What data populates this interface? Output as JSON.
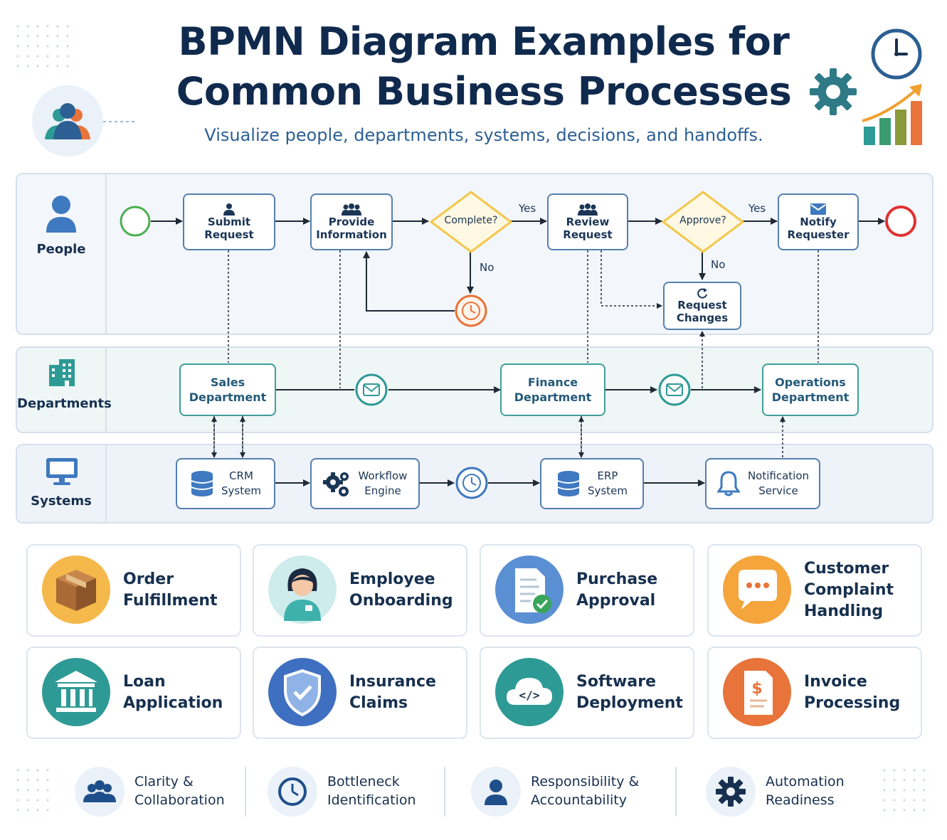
{
  "header": {
    "title_line1": "BPMN Diagram Examples for",
    "title_line2": "Common Business Processes",
    "subtitle": "Visualize people, departments, systems, decisions, and handoffs."
  },
  "lanes": {
    "people": "People",
    "departments": "Departments",
    "systems": "Systems"
  },
  "people_tasks": {
    "submit": [
      "Submit",
      "Request"
    ],
    "provide": [
      "Provide",
      "Information"
    ],
    "review": [
      "Review",
      "Request"
    ],
    "changes": [
      "Request",
      "Changes"
    ],
    "notify": [
      "Notify",
      "Requester"
    ]
  },
  "gateways": {
    "complete": "Complete?",
    "approve": "Approve?",
    "yes": "Yes",
    "no": "No"
  },
  "departments": {
    "sales": [
      "Sales",
      "Department"
    ],
    "finance": [
      "Finance",
      "Department"
    ],
    "operations": [
      "Operations",
      "Department"
    ]
  },
  "systems": {
    "crm": [
      "CRM",
      "System"
    ],
    "workflow": [
      "Workflow",
      "Engine"
    ],
    "erp": [
      "ERP",
      "System"
    ],
    "notification": [
      "Notification",
      "Service"
    ]
  },
  "examples": [
    {
      "label": "Order Fulfillment",
      "icon": "package-icon",
      "color": "#f5b84a"
    },
    {
      "label": "Employee Onboarding",
      "icon": "employee-icon",
      "color": "#6cc3c0"
    },
    {
      "label": "Purchase Approval",
      "icon": "document-check-icon",
      "color": "#5b8fd4"
    },
    {
      "label": "Customer Complaint Handling",
      "icon": "chat-bubble-icon",
      "color": "#f4a53c"
    },
    {
      "label": "Loan Application",
      "icon": "bank-icon",
      "color": "#2e9a96"
    },
    {
      "label": "Insurance Claims",
      "icon": "shield-check-icon",
      "color": "#3f6fc0"
    },
    {
      "label": "Software Deployment",
      "icon": "cloud-code-icon",
      "color": "#2e9a96"
    },
    {
      "label": "Invoice Processing",
      "icon": "invoice-icon",
      "color": "#e8743b"
    }
  ],
  "benefits": [
    {
      "label": "Clarity & Collaboration",
      "icon": "team-icon"
    },
    {
      "label": "Bottleneck Identification",
      "icon": "clock-icon"
    },
    {
      "label": "Responsibility & Accountability",
      "icon": "person-icon"
    },
    {
      "label": "Automation Readiness",
      "icon": "gear-icon"
    }
  ],
  "colors": {
    "navy": "#102a4e",
    "blue": "#2c5f93",
    "teal": "#2e9a96",
    "gateway": "#f3c74a",
    "start": "#4caf50",
    "end": "#e03131",
    "timer": "#e8743b"
  }
}
